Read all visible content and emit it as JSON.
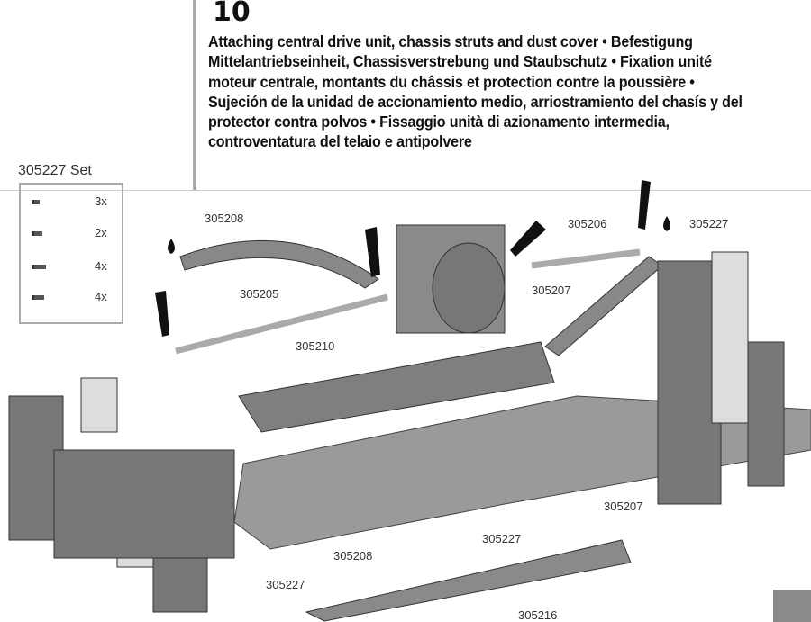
{
  "step_number": "10",
  "description": "Attaching central drive unit, chassis struts and dust cover • Befestigung Mittelantriebseinheit, Chassisverstrebung und Staubschutz • Fixation unité moteur centrale, montants du châssis et protection contre la poussière • Sujeción de la unidad de accionamiento medio, arriostramiento del chasís y del protector contra polvos • Fissaggio unità di azionamento intermedia, controventatura del telaio e antipolvere",
  "parts_set": {
    "title": "305227 Set",
    "items": [
      {
        "icon": "screw-icon",
        "quantity": "3x"
      },
      {
        "icon": "screw-icon",
        "quantity": "2x"
      },
      {
        "icon": "screw-icon",
        "quantity": "4x"
      },
      {
        "icon": "screw-icon",
        "quantity": "4x"
      }
    ]
  },
  "part_labels": [
    "305208",
    "305206",
    "305227",
    "305205",
    "305207",
    "305210",
    "305207",
    "305227",
    "305208",
    "305227",
    "305216"
  ]
}
